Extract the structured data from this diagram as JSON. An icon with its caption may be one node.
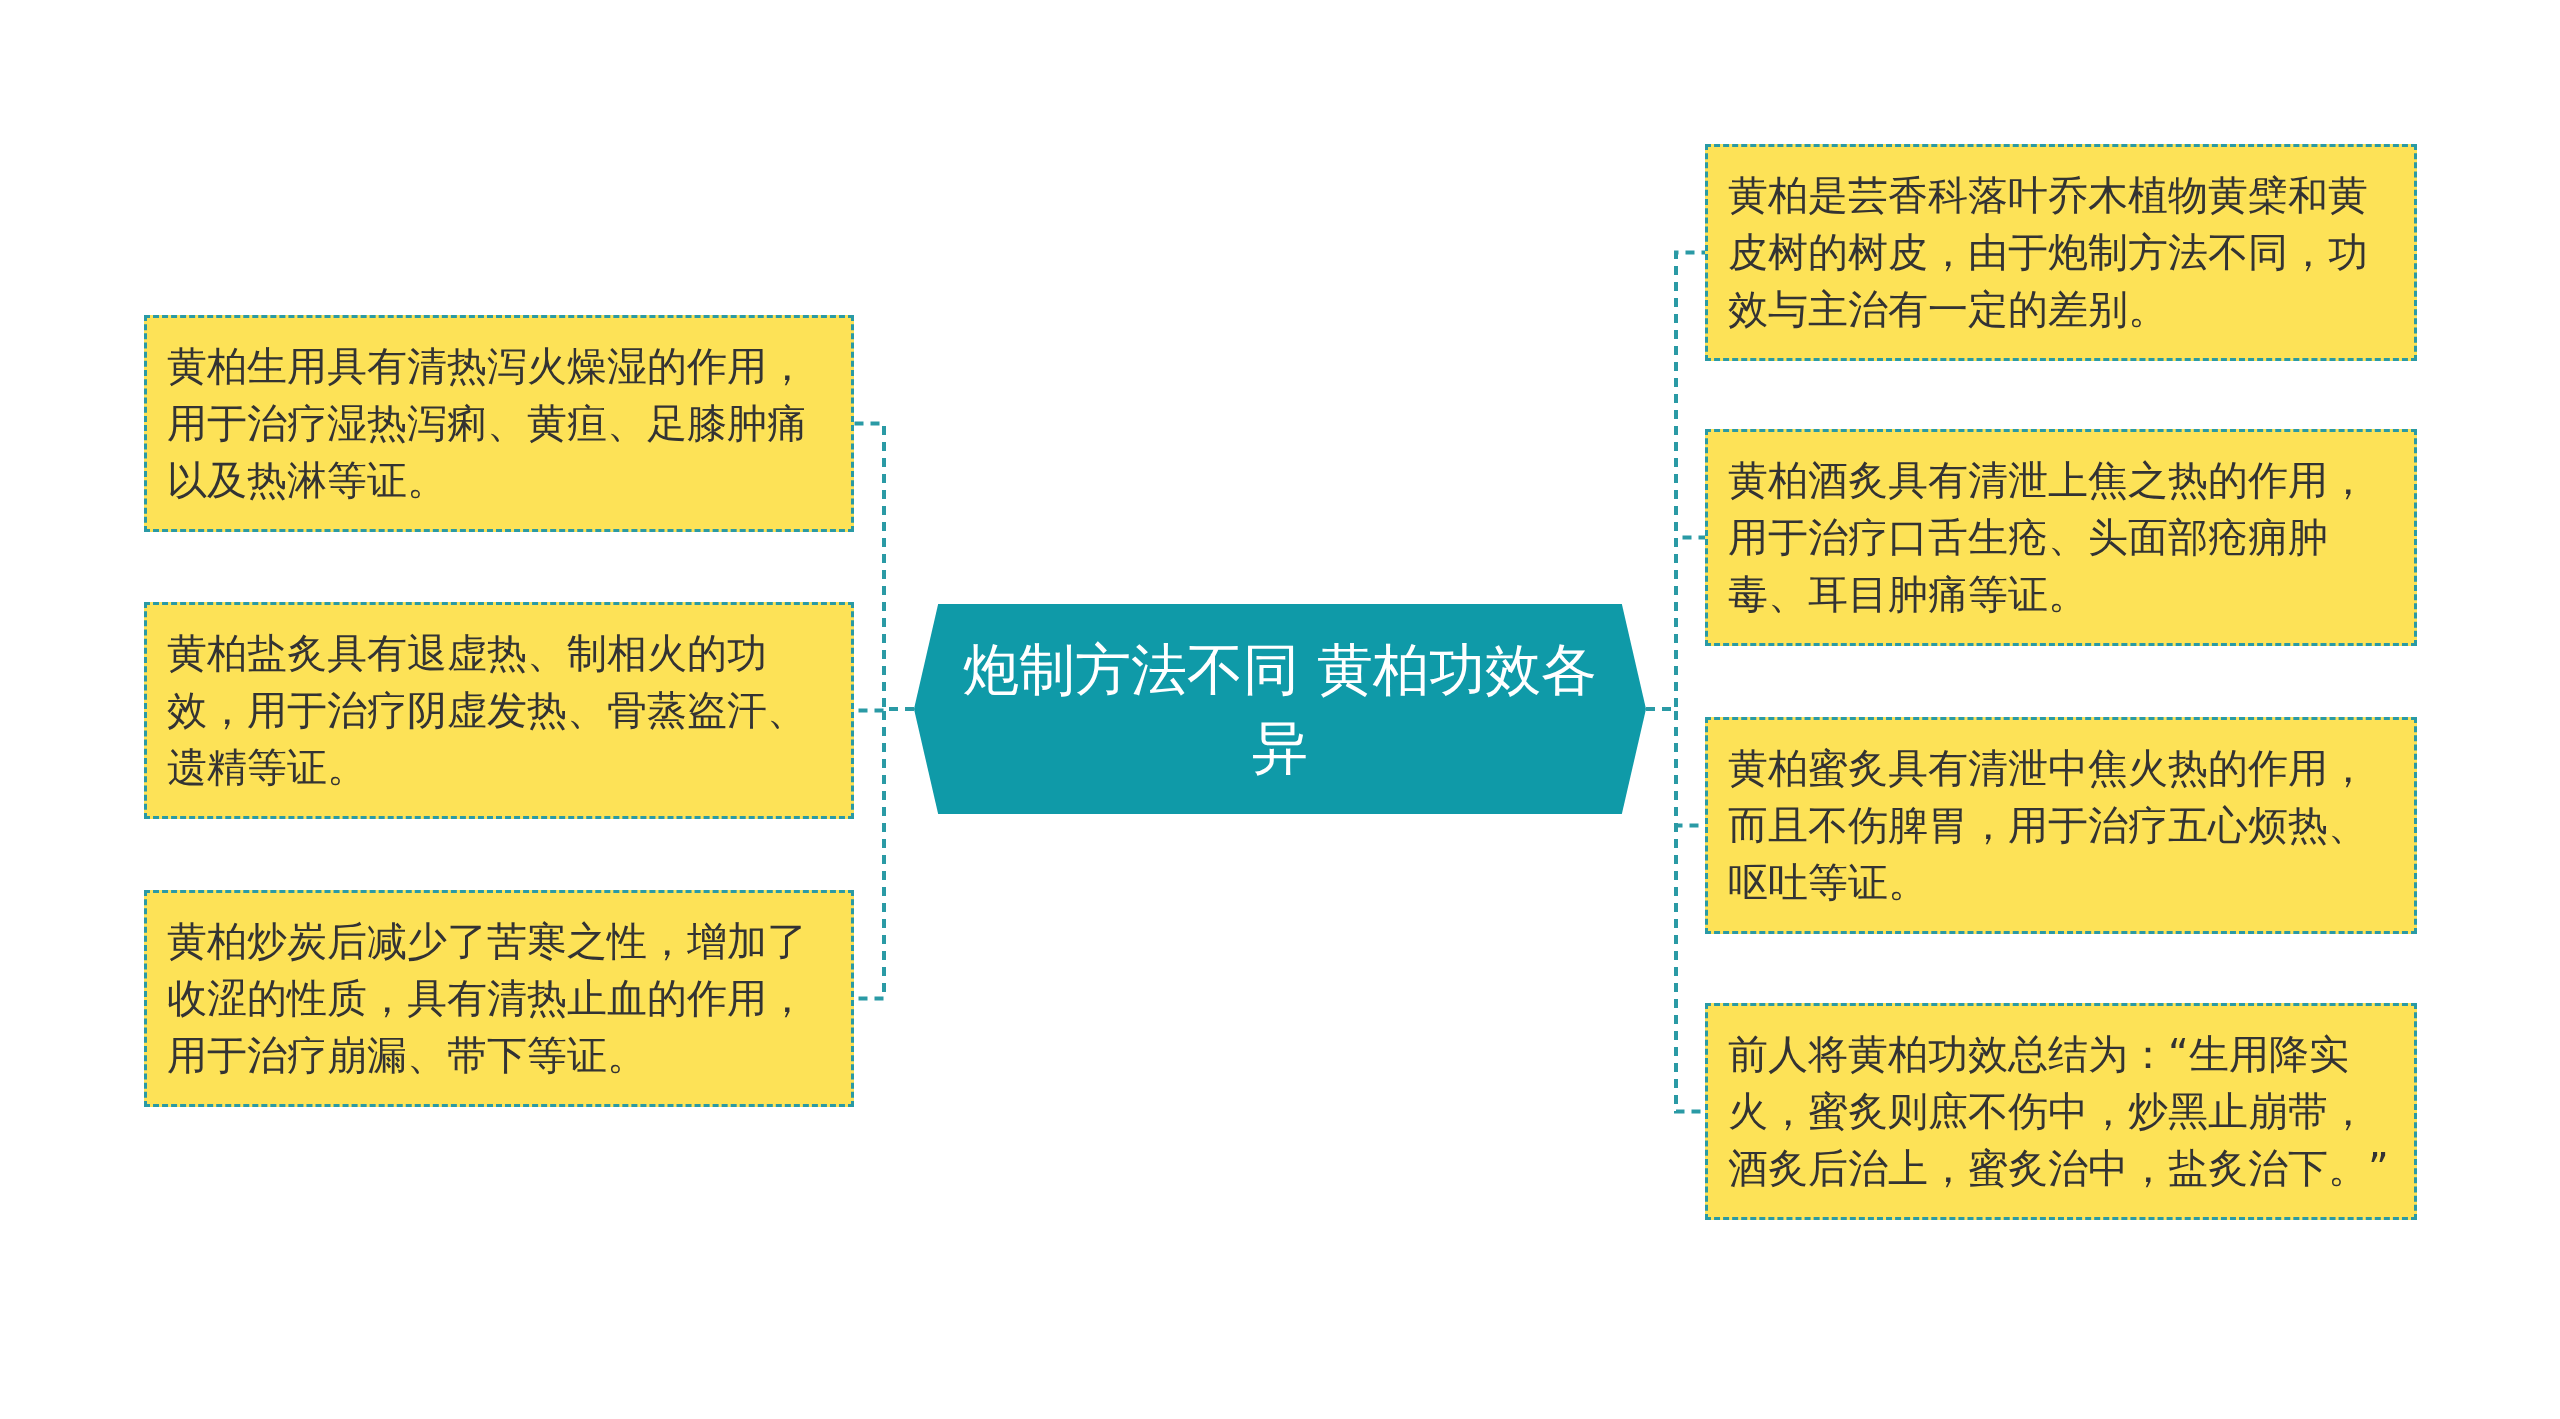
{
  "diagram": {
    "nodes": [
      {
        "text": [
          "炮制方法不同 黄柏功效各异"
        ]
      },
      {
        "text": [
          "黄柏生用具有清热泻火燥湿的作用，用于治疗湿热泻痢、黄疸、足膝肿痛以及热淋等证。"
        ]
      },
      {
        "text": [
          "黄柏盐炙具有退虚热、制相火的功效，用于治疗阴虚发热、骨蒸盗汗、遗精等证。"
        ]
      },
      {
        "text": [
          "黄柏炒炭后减少了苦寒之性，增加了收涩的性质，具有清热止血的作用，用于治疗崩漏、带下等证。"
        ]
      },
      {
        "text": [
          "黄柏是芸香科落叶乔木植物黄檗和黄皮树的树皮，由于炮制方法不同，功效与主治有一定的差别。"
        ]
      },
      {
        "text": [
          "黄柏酒炙具有清泄上焦之热的作用，用于治疗口舌生疮、头面部疮痈肿毒、耳目肿痛等证。"
        ]
      },
      {
        "text": [
          "黄柏蜜炙具有清泄中焦火热的作用，而且不伤脾胃，用于治疗五心烦热、呕吐等证。"
        ]
      },
      {
        "text": [
          "前人将黄柏功效总结为：“生用降实火，蜜炙则庶不伤中，炒黑止崩带，酒炙后治上，蜜炙治中，盐炙治下。”"
        ]
      }
    ],
    "edges": [
      {
        "from": 0,
        "to": 1,
        "arrow": "none",
        "style": "dashed"
      },
      {
        "from": 0,
        "to": 2,
        "arrow": "none",
        "style": "dashed"
      },
      {
        "from": 0,
        "to": 3,
        "arrow": "none",
        "style": "dashed"
      },
      {
        "from": 0,
        "to": 4,
        "arrow": "none",
        "style": "dashed"
      },
      {
        "from": 0,
        "to": 5,
        "arrow": "none",
        "style": "dashed"
      },
      {
        "from": 0,
        "to": 6,
        "arrow": "none",
        "style": "dashed"
      },
      {
        "from": 0,
        "to": 7,
        "arrow": "none",
        "style": "dashed"
      }
    ]
  }
}
